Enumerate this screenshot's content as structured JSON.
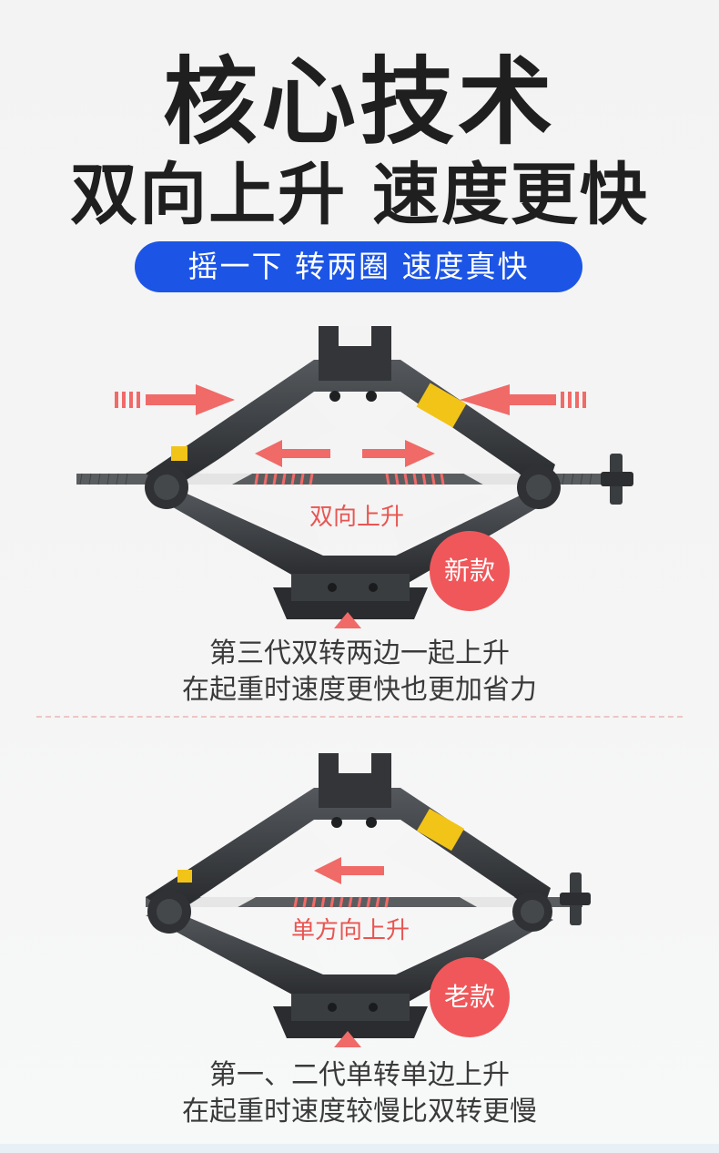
{
  "header": {
    "title_line1": "核心技术",
    "title_line2": "双向上升 速度更快",
    "pill_text": "摇一下 转两圈 速度真快"
  },
  "new_model": {
    "badge": "新款",
    "mechanism_label": "双向上升",
    "caption_line1": "第三代双转两边一起上升",
    "caption_line2": "在起重时速度更快也更加省力"
  },
  "old_model": {
    "badge": "老款",
    "mechanism_label": "单方向上升",
    "caption_line1": "第一、二代单转单边上升",
    "caption_line2": "在起重时速度较慢比双转更慢"
  },
  "colors": {
    "headline": "#1f1f1f",
    "pill_bg": "#1c55e6",
    "accent_red": "#f0575a",
    "jack_body": "#3a3d40",
    "caption": "#3a3a3a"
  }
}
